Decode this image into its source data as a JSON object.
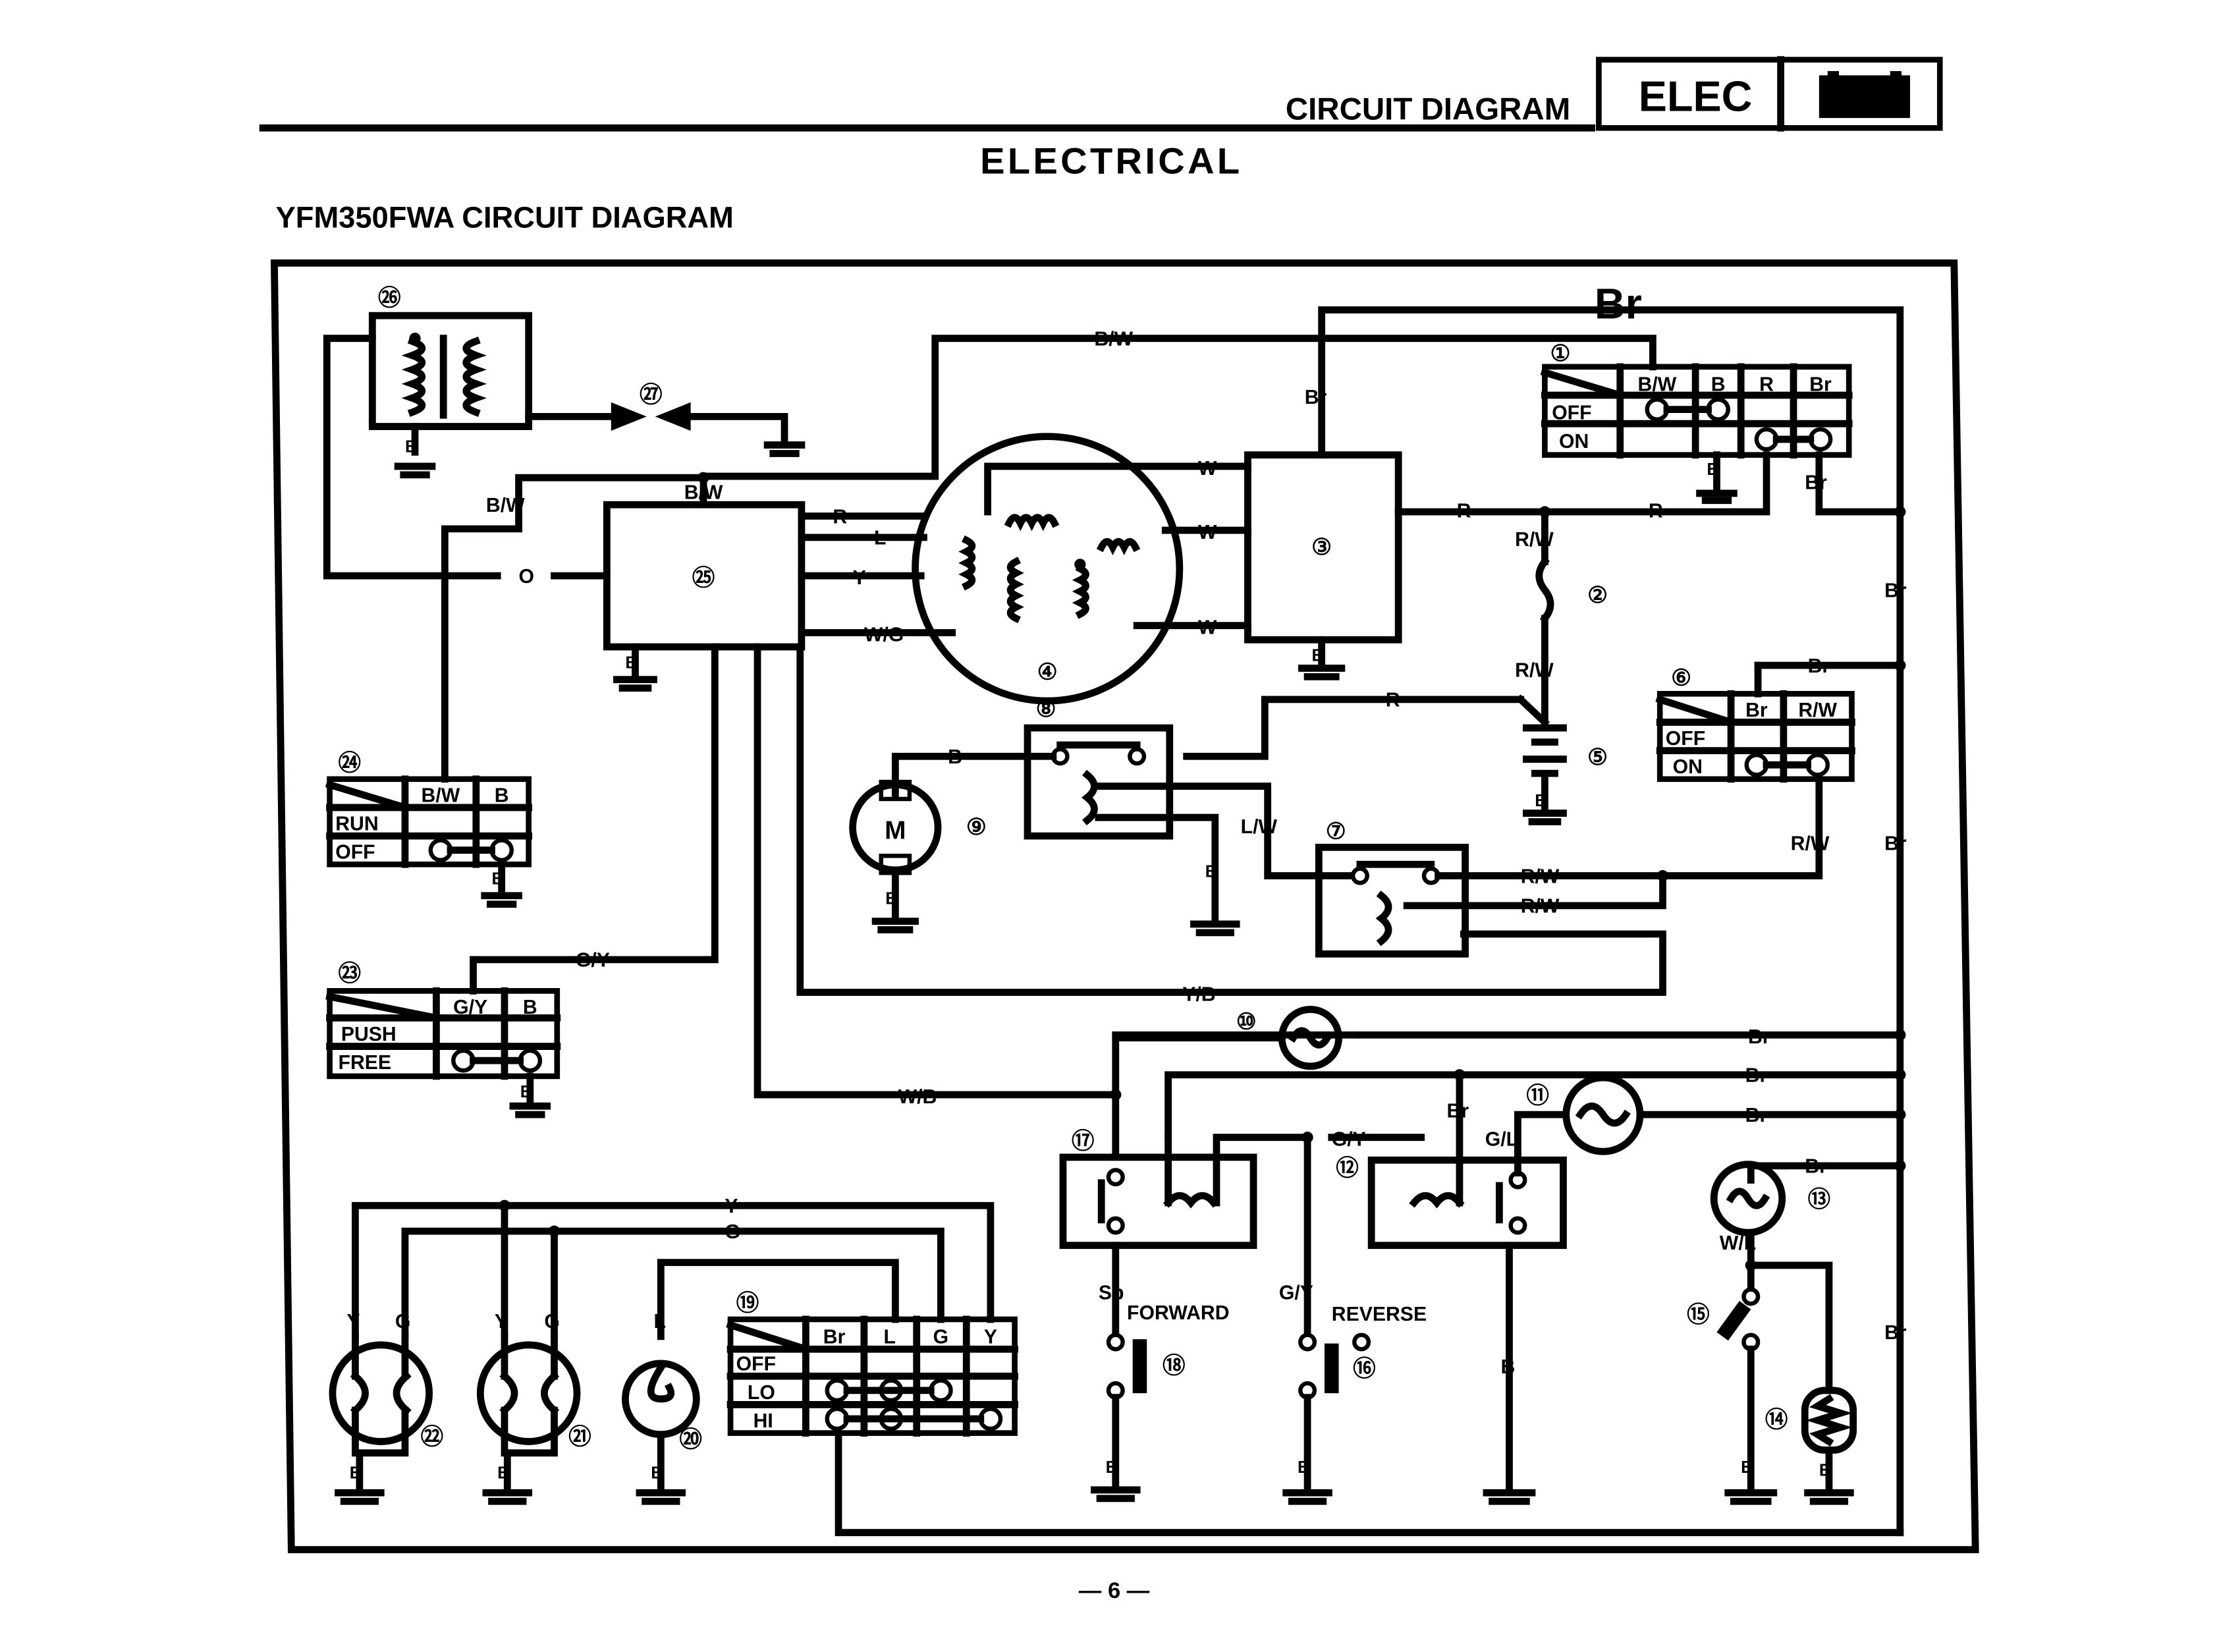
{
  "header": {
    "section_title": "CIRCUIT DIAGRAM",
    "tab_label": "ELEC",
    "tab_icon": "battery-icon",
    "page_heading": "ELECTRICAL",
    "diagram_title": "YFM350FWA CIRCUIT DIAGRAM",
    "page_number": "— 6 —"
  },
  "components": {
    "n1": "①",
    "n2": "②",
    "n3": "③",
    "n4": "④",
    "n5": "⑤",
    "n6": "⑥",
    "n7": "⑦",
    "n8": "⑧",
    "n9": "⑨",
    "n10": "⑩",
    "n11": "⑪",
    "n12": "⑫",
    "n13": "⑬",
    "n14": "⑭",
    "n15": "⑮",
    "n16": "⑯",
    "n17": "⑰",
    "n18": "⑱",
    "n19": "⑲",
    "n20": "⑳",
    "n21": "㉑",
    "n22": "㉒",
    "n23": "㉓",
    "n24": "㉔",
    "n25": "㉕",
    "n26": "㉖",
    "n27": "㉗"
  },
  "tables": {
    "main_switch": {
      "cols": [
        "B/W",
        "B",
        "R",
        "Br"
      ],
      "rows": [
        "OFF",
        "ON"
      ]
    },
    "light_switch": {
      "cols": [
        "Br",
        "R/W"
      ],
      "rows": [
        "OFF",
        "ON"
      ]
    },
    "engine_stop": {
      "cols": [
        "B/W",
        "B"
      ],
      "rows": [
        "RUN",
        "OFF"
      ]
    },
    "start_switch": {
      "cols": [
        "G/Y",
        "B"
      ],
      "rows": [
        "PUSH",
        "FREE"
      ]
    },
    "dimmer_switch": {
      "cols": [
        "Br",
        "L",
        "G",
        "Y"
      ],
      "rows": [
        "OFF",
        "LO",
        "HI"
      ]
    }
  },
  "labels": {
    "motor": "M",
    "forward": "FORWARD",
    "reverse": "REVERSE"
  },
  "wires": {
    "Br": "Br",
    "BW": "B/W",
    "W": "W",
    "R": "R",
    "RW": "R/W",
    "L": "L",
    "Y": "Y",
    "O": "O",
    "WG": "W/G",
    "B": "B",
    "LW": "L/W",
    "GY": "G/Y",
    "YB": "Y/B",
    "WB": "W/B",
    "G": "G",
    "GL": "G/L",
    "WL": "W/L",
    "Sb": "Sb"
  }
}
